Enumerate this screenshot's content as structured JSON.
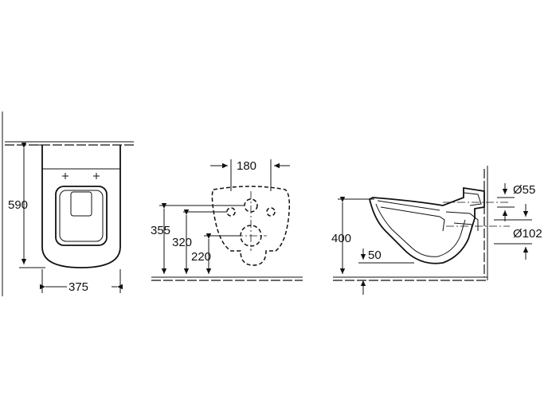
{
  "views": {
    "top": {
      "width_label": "375",
      "depth_label": "590"
    },
    "front": {
      "bolt_spacing_label": "180",
      "height_355_label": "355",
      "height_320_label": "320",
      "height_220_label": "220"
    },
    "side": {
      "height_400_label": "400",
      "height_50_label": "50",
      "inlet_diameter_label": "Ø55",
      "outlet_diameter_label": "Ø102"
    }
  },
  "colors": {
    "line": "#111111",
    "background": "#ffffff"
  }
}
